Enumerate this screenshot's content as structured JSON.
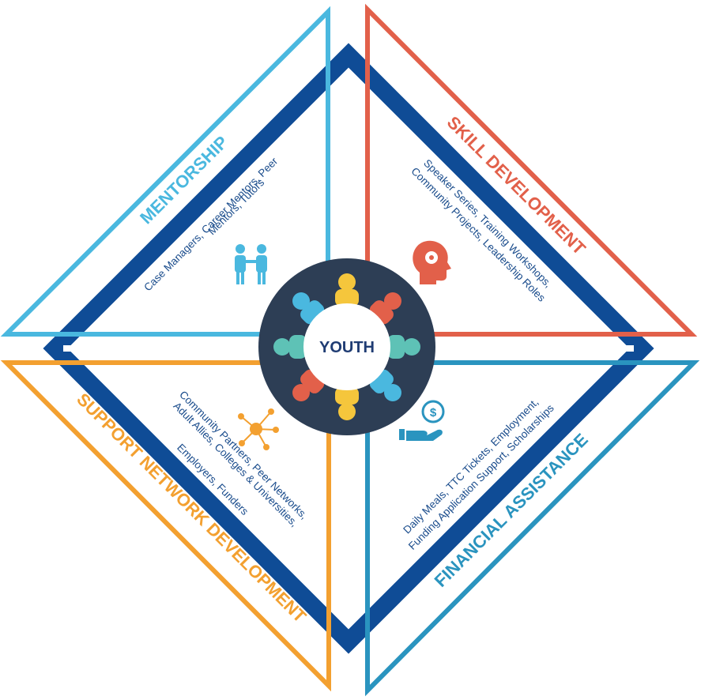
{
  "center": {
    "label": "YOUTH"
  },
  "colors": {
    "navy": "#0f4c96",
    "mentorship": "#4ab8df",
    "skill": "#e2604a",
    "support": "#f3a030",
    "financial": "#2a94bf",
    "center_disc": "#2d3e55",
    "text_blue": "#1a4c8c"
  },
  "quadrants": {
    "mentorship": {
      "title": "MENTORSHIP",
      "lines": [
        "Case Managers, Career Mentors, Peer",
        "Mentors, Tutors"
      ],
      "icon": "handshake-people-icon"
    },
    "skill": {
      "title": "SKILL DEVELOPMENT",
      "lines": [
        "Speaker Series, Training Workshops,",
        "Community Projects,  Leadership Roles"
      ],
      "icon": "head-gear-icon"
    },
    "support": {
      "title": "SUPPORT NETWORK DEVELOPMENT",
      "lines": [
        "Community Partners, Peer Networks,",
        "Adult Allies, Colleges & Universities,",
        "Employers, Funders"
      ],
      "icon": "network-nodes-icon"
    },
    "financial": {
      "title": "FINANCIAL ASSISTANCE",
      "lines": [
        "Daily Meals, TTC Tickets, Employment,",
        "Funding Application Support, Scholarships"
      ],
      "icon": "hand-coin-icon"
    }
  }
}
